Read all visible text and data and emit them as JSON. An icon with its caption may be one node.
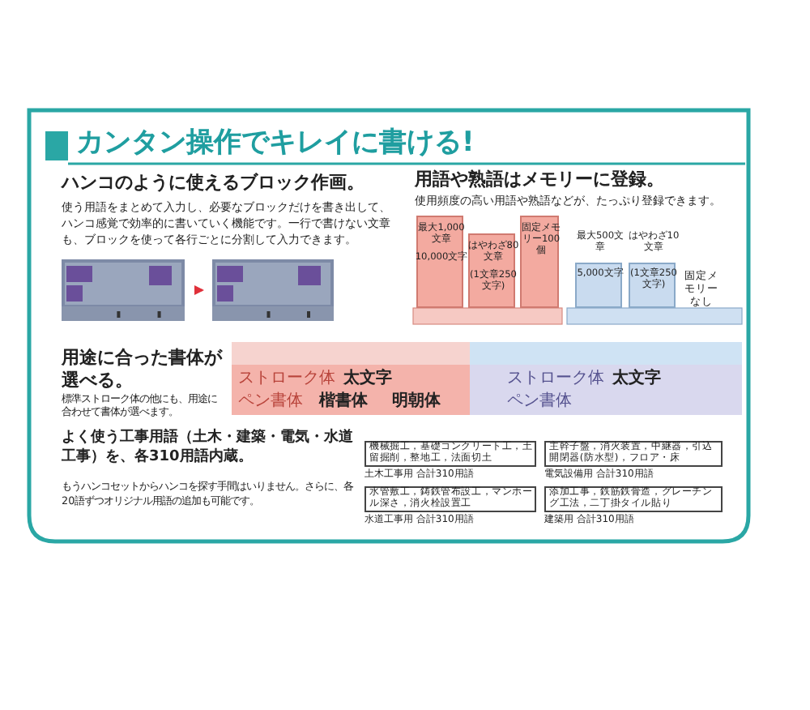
{
  "diagram": {
    "title": "カンタン操作でキレイに書ける!",
    "nodes": [
      {
        "text": [],
        "shape": "picture"
      },
      {
        "text": [],
        "shape": "picture"
      },
      {
        "text": [
          "最大1,000文章",
          "10,000文字"
        ]
      },
      {
        "text": [
          "はやわざ80文章",
          "(1文章250文字)"
        ]
      },
      {
        "text": [
          "固定メモリー100個"
        ]
      },
      {
        "text": [
          "最大500文章",
          "5,000文字"
        ]
      },
      {
        "text": [
          "はやわざ10文章",
          "(1文章250文字)"
        ]
      },
      {
        "text": [
          "機械掘工，基礎コンクリート工，土留掘削，整地工，法面切土"
        ],
        "beside": [
          "土木工事用 合計310用語"
        ]
      },
      {
        "text": [
          "主幹子盤，消火装置，中継器，引込開閉器(防水型)，フロア・床"
        ],
        "beside": [
          "電気設備用 合計310用語"
        ]
      },
      {
        "text": [
          "水管敷工，鋳鉄管布設工，マンホール深さ，消火栓設置工"
        ],
        "beside": [
          "水道工事用 合計310用語"
        ]
      },
      {
        "text": [
          "添加工事，鉄筋鉄骨造，グレーチング工法，二丁掛タイル貼り"
        ],
        "beside": [
          "建築用 合計310用語"
        ]
      }
    ],
    "edges": [
      {
        "from": 0,
        "to": 1,
        "arrow": "to"
      }
    ],
    "labels": [
      "ハンコのように使えるブロック作画。",
      "使う用語をまとめて入力し、必要なブロックだけを書き出して、ハンコ感覚で効率的に書いていく機能です。一行で書けない文章も、ブロックを使って各行ごとに分割して入力できます。",
      "用語や熟語はメモリーに登録。",
      "使用頻度の高い用語や熟語などが、たっぷり登録できます。",
      "固定メモリーなし",
      "用途に合った書体が選べる。",
      "標準ストローク体の他にも、用途に合わせて書体が選べます。",
      "ストローク体",
      "太文字",
      "ペン書体",
      "楷書体",
      "明朝体",
      "ストローク体",
      "太文字",
      "ペン書体",
      "よく使う工事用語（土木・建築・電気・水道工事）を、各310用語内蔵。",
      "もうハンコセットからハンコを探す手間はいりません。さらに、各20語ずつオリジナル用語の追加も可能です。"
    ]
  }
}
